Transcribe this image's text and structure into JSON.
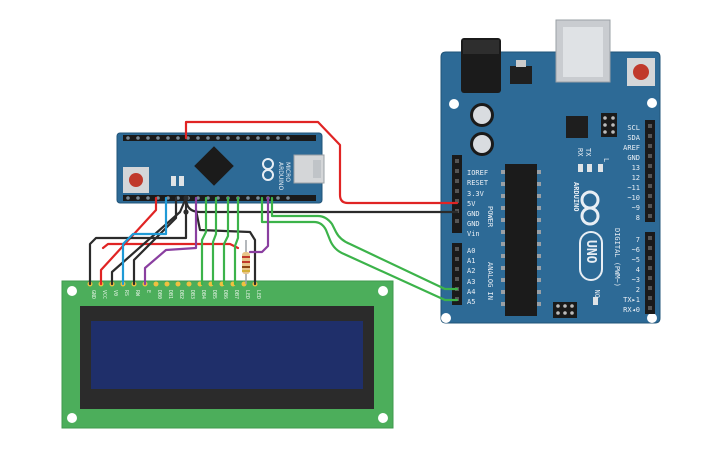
{
  "colors": {
    "board_blue": "#2d6a96",
    "board_blue_dark": "#215478",
    "lcd_green": "#4cae5b",
    "lcd_screen": "#1f2f6a",
    "wire_red": "#e02424",
    "wire_black": "#2b2b2b",
    "wire_blue": "#1f9ad6",
    "wire_green": "#3cb34a",
    "wire_purple": "#8a3fa0"
  },
  "arduino_uno": {
    "brand": "ARDUINO",
    "model": "UNO",
    "power_header_label": "POWER",
    "analog_header_label": "ANALOG IN",
    "digital_header_label": "DIGITAL (PWM~)",
    "power_pins": [
      "IOREF",
      "RESET",
      "3.3V",
      "5V",
      "GND",
      "GND",
      "Vin"
    ],
    "analog_pins": [
      "A0",
      "A1",
      "A2",
      "A3",
      "A4",
      "A5"
    ],
    "digital_pins_top": [
      "SCL",
      "SDA",
      "AREF",
      "GND",
      "13",
      "12",
      "~11",
      "~10",
      "~9",
      "8"
    ],
    "digital_pins_bottom": [
      "7",
      "~6",
      "~5",
      "4",
      "~3",
      "2",
      "TX▸1",
      "RX◂0"
    ],
    "led_labels": [
      "L",
      "TX",
      "RX"
    ],
    "on_label": "ON"
  },
  "arduino_micro": {
    "brand": "ARDUINO",
    "model": "MICRO"
  },
  "lcd": {
    "pins": [
      "GND",
      "VCC",
      "V0",
      "RS",
      "RW",
      "E",
      "DB0",
      "DB1",
      "DB2",
      "DB3",
      "DB4",
      "DB5",
      "DB6",
      "DB7",
      "LED",
      "LED"
    ]
  }
}
